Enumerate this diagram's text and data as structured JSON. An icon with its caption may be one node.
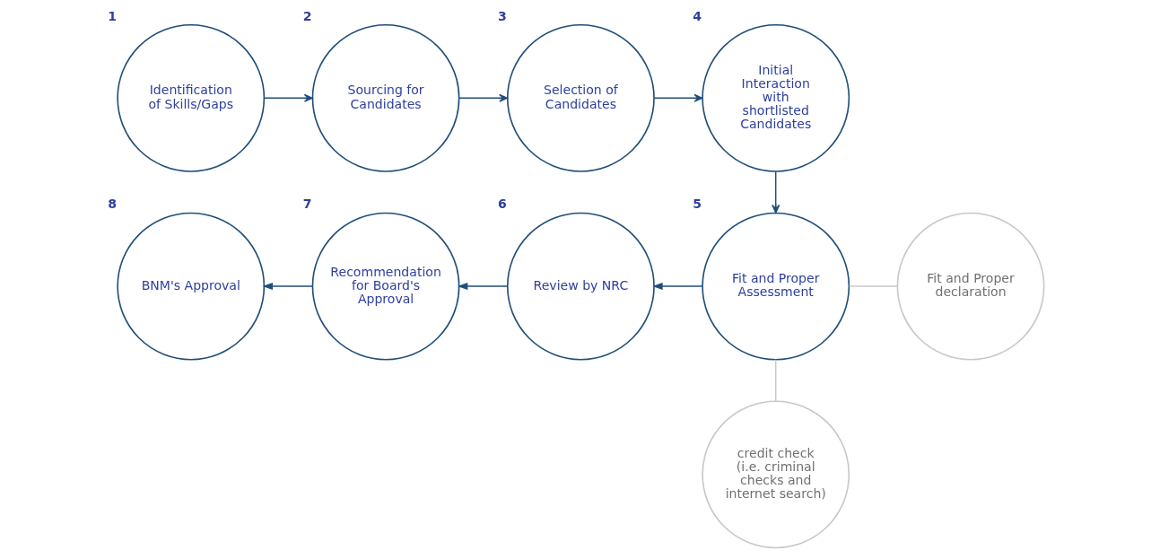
{
  "diagram": {
    "nodes": [
      {
        "text": [
          "Identification of Skills/Gaps"
        ],
        "beside": [
          "1"
        ]
      },
      {
        "text": [
          "Sourcing for Candidates"
        ],
        "beside": [
          "2"
        ]
      },
      {
        "text": [
          "Selection of Candidates"
        ],
        "beside": [
          "3"
        ]
      },
      {
        "text": [
          "Initial Interaction with shortlisted Candidates"
        ],
        "beside": [
          "4"
        ]
      },
      {
        "text": [
          "Fit and Proper Assessment"
        ],
        "beside": [
          "5"
        ]
      },
      {
        "text": [
          "Review by NRC"
        ],
        "beside": [
          "6"
        ]
      },
      {
        "text": [
          "Recommendation for Board's Approval"
        ],
        "beside": [
          "7"
        ]
      },
      {
        "text": [
          "BNM's Approval"
        ],
        "beside": [
          "8"
        ]
      },
      {
        "text": [
          "Fit and Proper declaration"
        ]
      },
      {
        "text": [
          "credit check",
          "(i.e. criminal checks and internet search)"
        ]
      }
    ],
    "edges": [
      {
        "from": 0,
        "to": 1,
        "arrow": "to"
      },
      {
        "from": 1,
        "to": 2,
        "arrow": "to"
      },
      {
        "from": 2,
        "to": 3,
        "arrow": "to"
      },
      {
        "from": 3,
        "to": 4,
        "arrow": "to"
      },
      {
        "from": 4,
        "to": 5,
        "arrow": "to"
      },
      {
        "from": 5,
        "to": 6,
        "arrow": "to"
      },
      {
        "from": 6,
        "to": 7,
        "arrow": "to"
      },
      {
        "from": 4,
        "to": 8,
        "arrow": "none",
        "color": "#c8c8c8"
      },
      {
        "from": 4,
        "to": 9,
        "arrow": "none",
        "color": "#c8c8c8"
      }
    ]
  }
}
